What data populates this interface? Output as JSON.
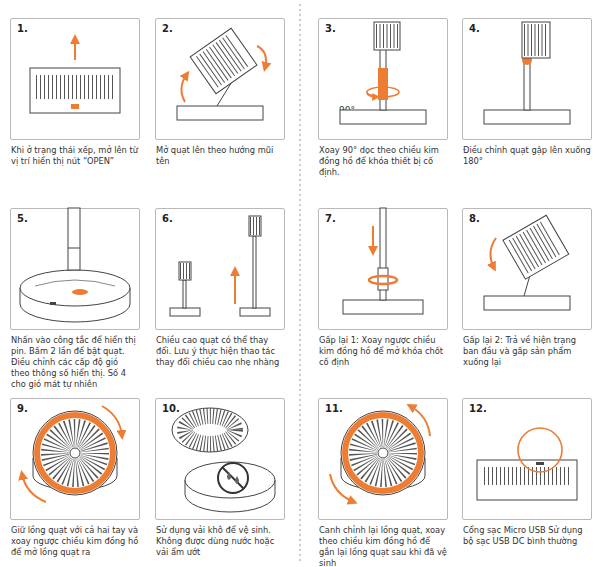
{
  "diagram": {
    "nodes": [
      {
        "text": [
          "1.",
          "Khi ở trạng thái xếp, mở lên từ vị trí hiển thị nút “OPEN”"
        ]
      },
      {
        "text": [
          "2.",
          "Mở quạt lên theo hướng mũi tên"
        ]
      },
      {
        "text": [
          "3.",
          "Xoay 90° dọc theo chiều kim đồng hồ để khóa thiết bị cố định."
        ]
      },
      {
        "text": [
          "4.",
          "Điều chỉnh quạt gập lên xuống 180°"
        ]
      },
      {
        "text": [
          "5.",
          "Nhấn vào công tắc để hiển thị pin. Bấm 2 lần để bật quạt. Điều chỉnh các cấp độ gió theo thông số hiển thị. Số 4 cho gió mát tự nhiên"
        ]
      },
      {
        "text": [
          "6.",
          "Chiều cao quạt có thể thay đổi. Lưu ý thực hiện thao tác thay đổi chiều cao nhẹ nhàng"
        ]
      },
      {
        "text": [
          "7.",
          "Gấp lại 1: Xoay ngược chiều kim đồng hồ để mở khóa chốt cố định"
        ]
      },
      {
        "text": [
          "8.",
          "Gấp lại 2: Trả về hiện trạng ban đầu và gấp sản phẩm xuống lại"
        ]
      },
      {
        "text": [
          "9.",
          "Giữ lồng quạt với cả hai tay và xoay ngược chiều kim đồng hồ để mở lồng quạt ra"
        ]
      },
      {
        "text": [
          "10.",
          "Sử dụng vải khô để vệ sinh. Không được dùng nước hoặc vải ẩm ướt"
        ]
      },
      {
        "text": [
          "11.",
          "Canh chỉnh lại lồng quạt, xoay theo chiều kim đồng hồ để gắn lại lồng quạt sau khi đã vệ sinh"
        ]
      },
      {
        "text": [
          "12.",
          "Cổng sạc Micro USB Sử dụng bộ sạc USB DC bình thường"
        ]
      }
    ],
    "labels": [
      "90°"
    ]
  }
}
